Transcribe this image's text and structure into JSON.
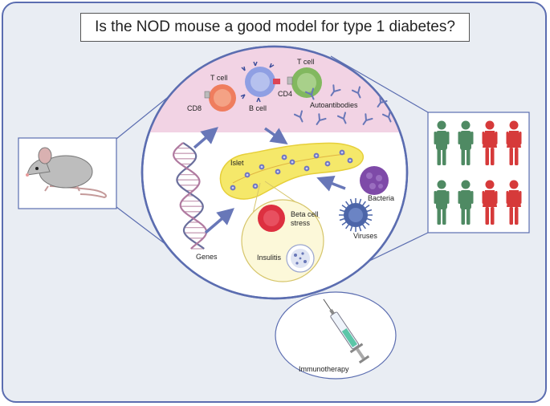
{
  "title": "Is the NOD mouse a good model for type 1 diabetes?",
  "labels": {
    "t_cell_left": "T cell",
    "t_cell_right": "T cell",
    "b_cell": "B cell",
    "cd8": "CD8",
    "cd4": "CD4",
    "autoantibodies": "Autoantibodies",
    "islet": "Islet",
    "bacteria": "Bacteria",
    "viruses": "Viruses",
    "genes": "Genes",
    "beta_cell_stress": [
      "Beta cell",
      "stress"
    ],
    "insulitis": "Insulitis",
    "immunotherapy": "Immunotherapy"
  },
  "colors": {
    "frame_border": "#5b6db0",
    "frame_fill": "#e9edf3",
    "immune_zone": "#f2d3e4",
    "pancreas": "#f5e86a",
    "arrow": "#6877b8",
    "green_person": "#4f8a63",
    "red_person": "#d63a3a",
    "t_cell_cd8": "#ef7d5e",
    "b_cell": "#8f9fe3",
    "t_cell_cd4": "#82b85f",
    "bacteria": "#7e4aa8",
    "virus": "#4c65a8",
    "beta_stress": "#dd3040"
  },
  "people_grid": [
    [
      "green",
      "green",
      "red",
      "red"
    ],
    [
      "green",
      "green",
      "red",
      "red"
    ]
  ]
}
